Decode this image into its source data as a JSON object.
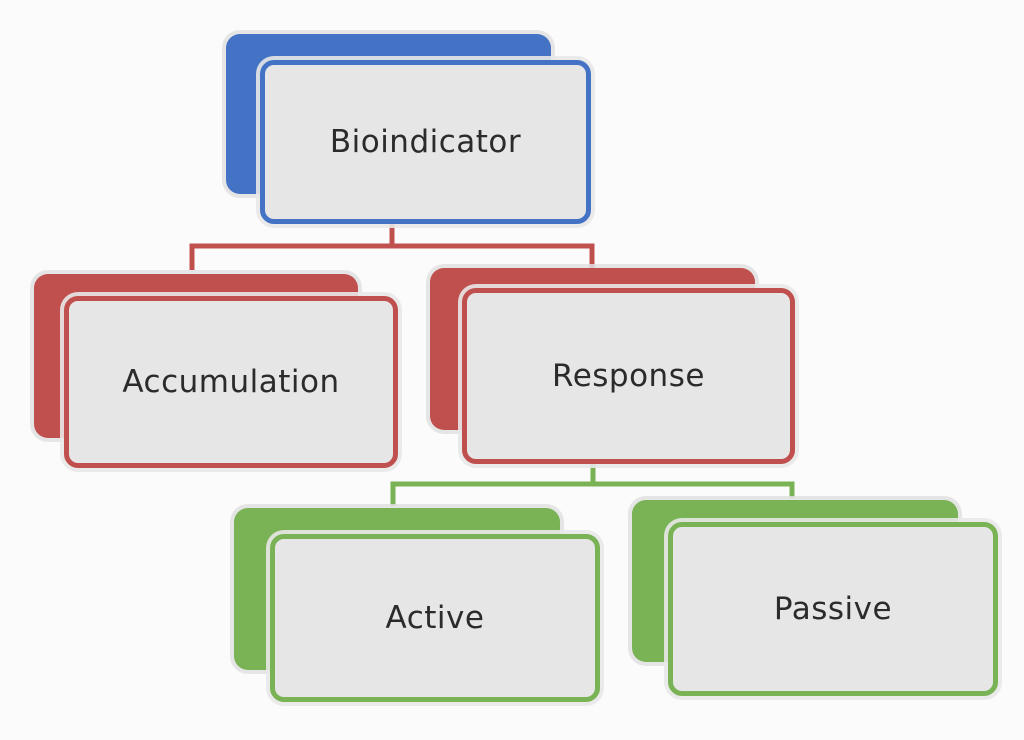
{
  "colors": {
    "level1": "#4472c4",
    "level2": "#c0504d",
    "level3": "#7ab356",
    "box_fill": "#e6e6e6"
  },
  "nodes": {
    "root": {
      "label": "Bioindicator"
    },
    "accumulation": {
      "label": "Accumulation"
    },
    "response": {
      "label": "Response"
    },
    "active": {
      "label": "Active"
    },
    "passive": {
      "label": "Passive"
    }
  },
  "edges": [
    {
      "from": "root",
      "to": "accumulation"
    },
    {
      "from": "root",
      "to": "response"
    },
    {
      "from": "response",
      "to": "active"
    },
    {
      "from": "response",
      "to": "passive"
    }
  ]
}
